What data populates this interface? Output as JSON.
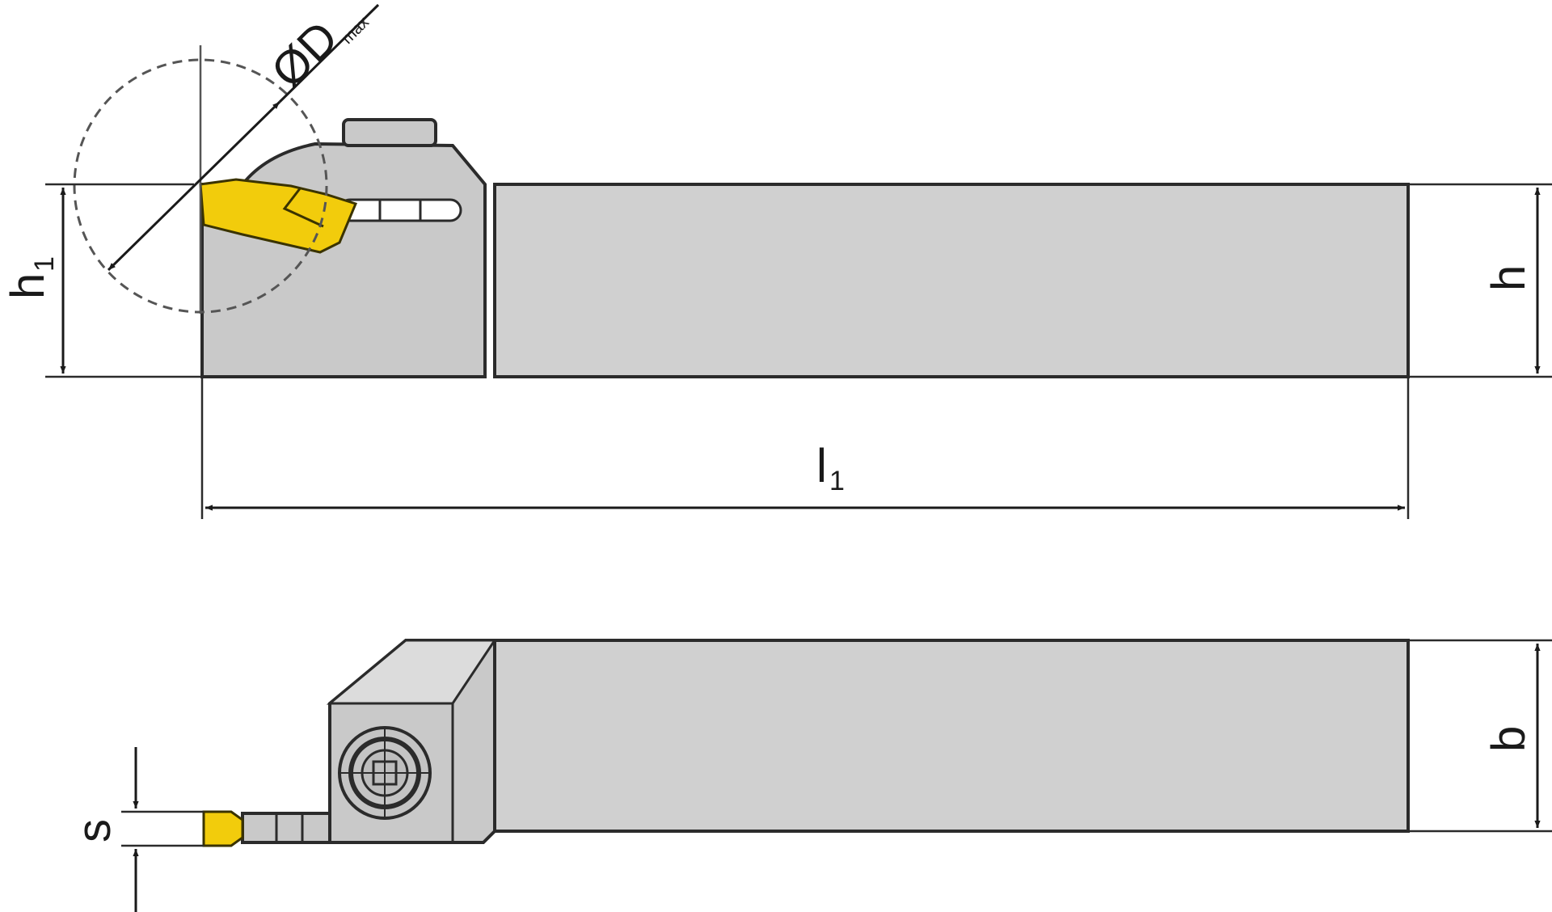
{
  "labels": {
    "diameter": "ØD",
    "diameter_sub": "max",
    "h1_main": "h",
    "h1_sub": "1",
    "h": "h",
    "l1_main": "l",
    "l1_sub": "1",
    "b": "b",
    "s": "s"
  },
  "colors": {
    "insert": "#f2cc0c",
    "body": "#d0d0d0",
    "head": "#c9c9c9",
    "line": "#2b2b2b"
  }
}
